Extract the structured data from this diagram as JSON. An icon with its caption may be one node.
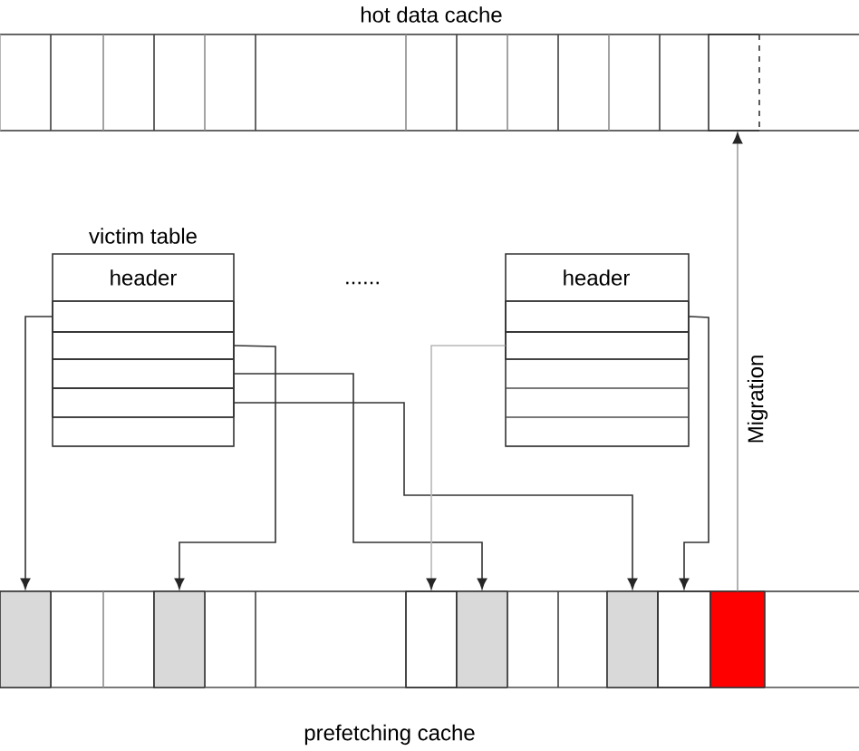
{
  "diagram": {
    "nodes": [
      {
        "text": [
          "hot data cache"
        ]
      },
      {
        "text": [],
        "shape": "box",
        "in": 0
      },
      {
        "text": [
          "victim table",
          "header"
        ]
      },
      {
        "text": [],
        "shape": "box",
        "in": 2
      },
      {
        "text": [],
        "shape": "box",
        "in": 2
      },
      {
        "text": [],
        "shape": "box",
        "in": 2
      },
      {
        "text": [],
        "shape": "box",
        "in": 2
      },
      {
        "text": [
          "header"
        ]
      },
      {
        "text": [],
        "shape": "box",
        "in": 7
      },
      {
        "text": [],
        "shape": "box",
        "in": 7
      },
      {
        "text": [
          "prefetching cache"
        ]
      },
      {
        "text": [],
        "shape": "box",
        "in": 10
      },
      {
        "text": [],
        "shape": "box",
        "in": 10
      },
      {
        "text": [],
        "shape": "box",
        "in": 10
      },
      {
        "text": [],
        "shape": "box",
        "in": 10
      },
      {
        "text": [],
        "shape": "box",
        "in": 10
      },
      {
        "text": [],
        "shape": "box",
        "in": 10
      },
      {
        "text": [],
        "shape": "box",
        "in": 10
      }
    ],
    "edges": [
      {
        "from": 3,
        "to": 11,
        "arrow": "to"
      },
      {
        "from": 4,
        "to": 12,
        "arrow": "to"
      },
      {
        "from": 5,
        "to": 14,
        "arrow": "to"
      },
      {
        "from": 6,
        "to": 15,
        "arrow": "to"
      },
      {
        "from": 9,
        "to": 13,
        "arrow": "to",
        "color": "#b8b8b8"
      },
      {
        "from": 8,
        "to": 16,
        "arrow": "to"
      },
      {
        "from": 17,
        "to": 1,
        "arrow": "to",
        "label": "Migration",
        "color": "#a0a0a0"
      }
    ],
    "labels": [
      "......"
    ]
  }
}
